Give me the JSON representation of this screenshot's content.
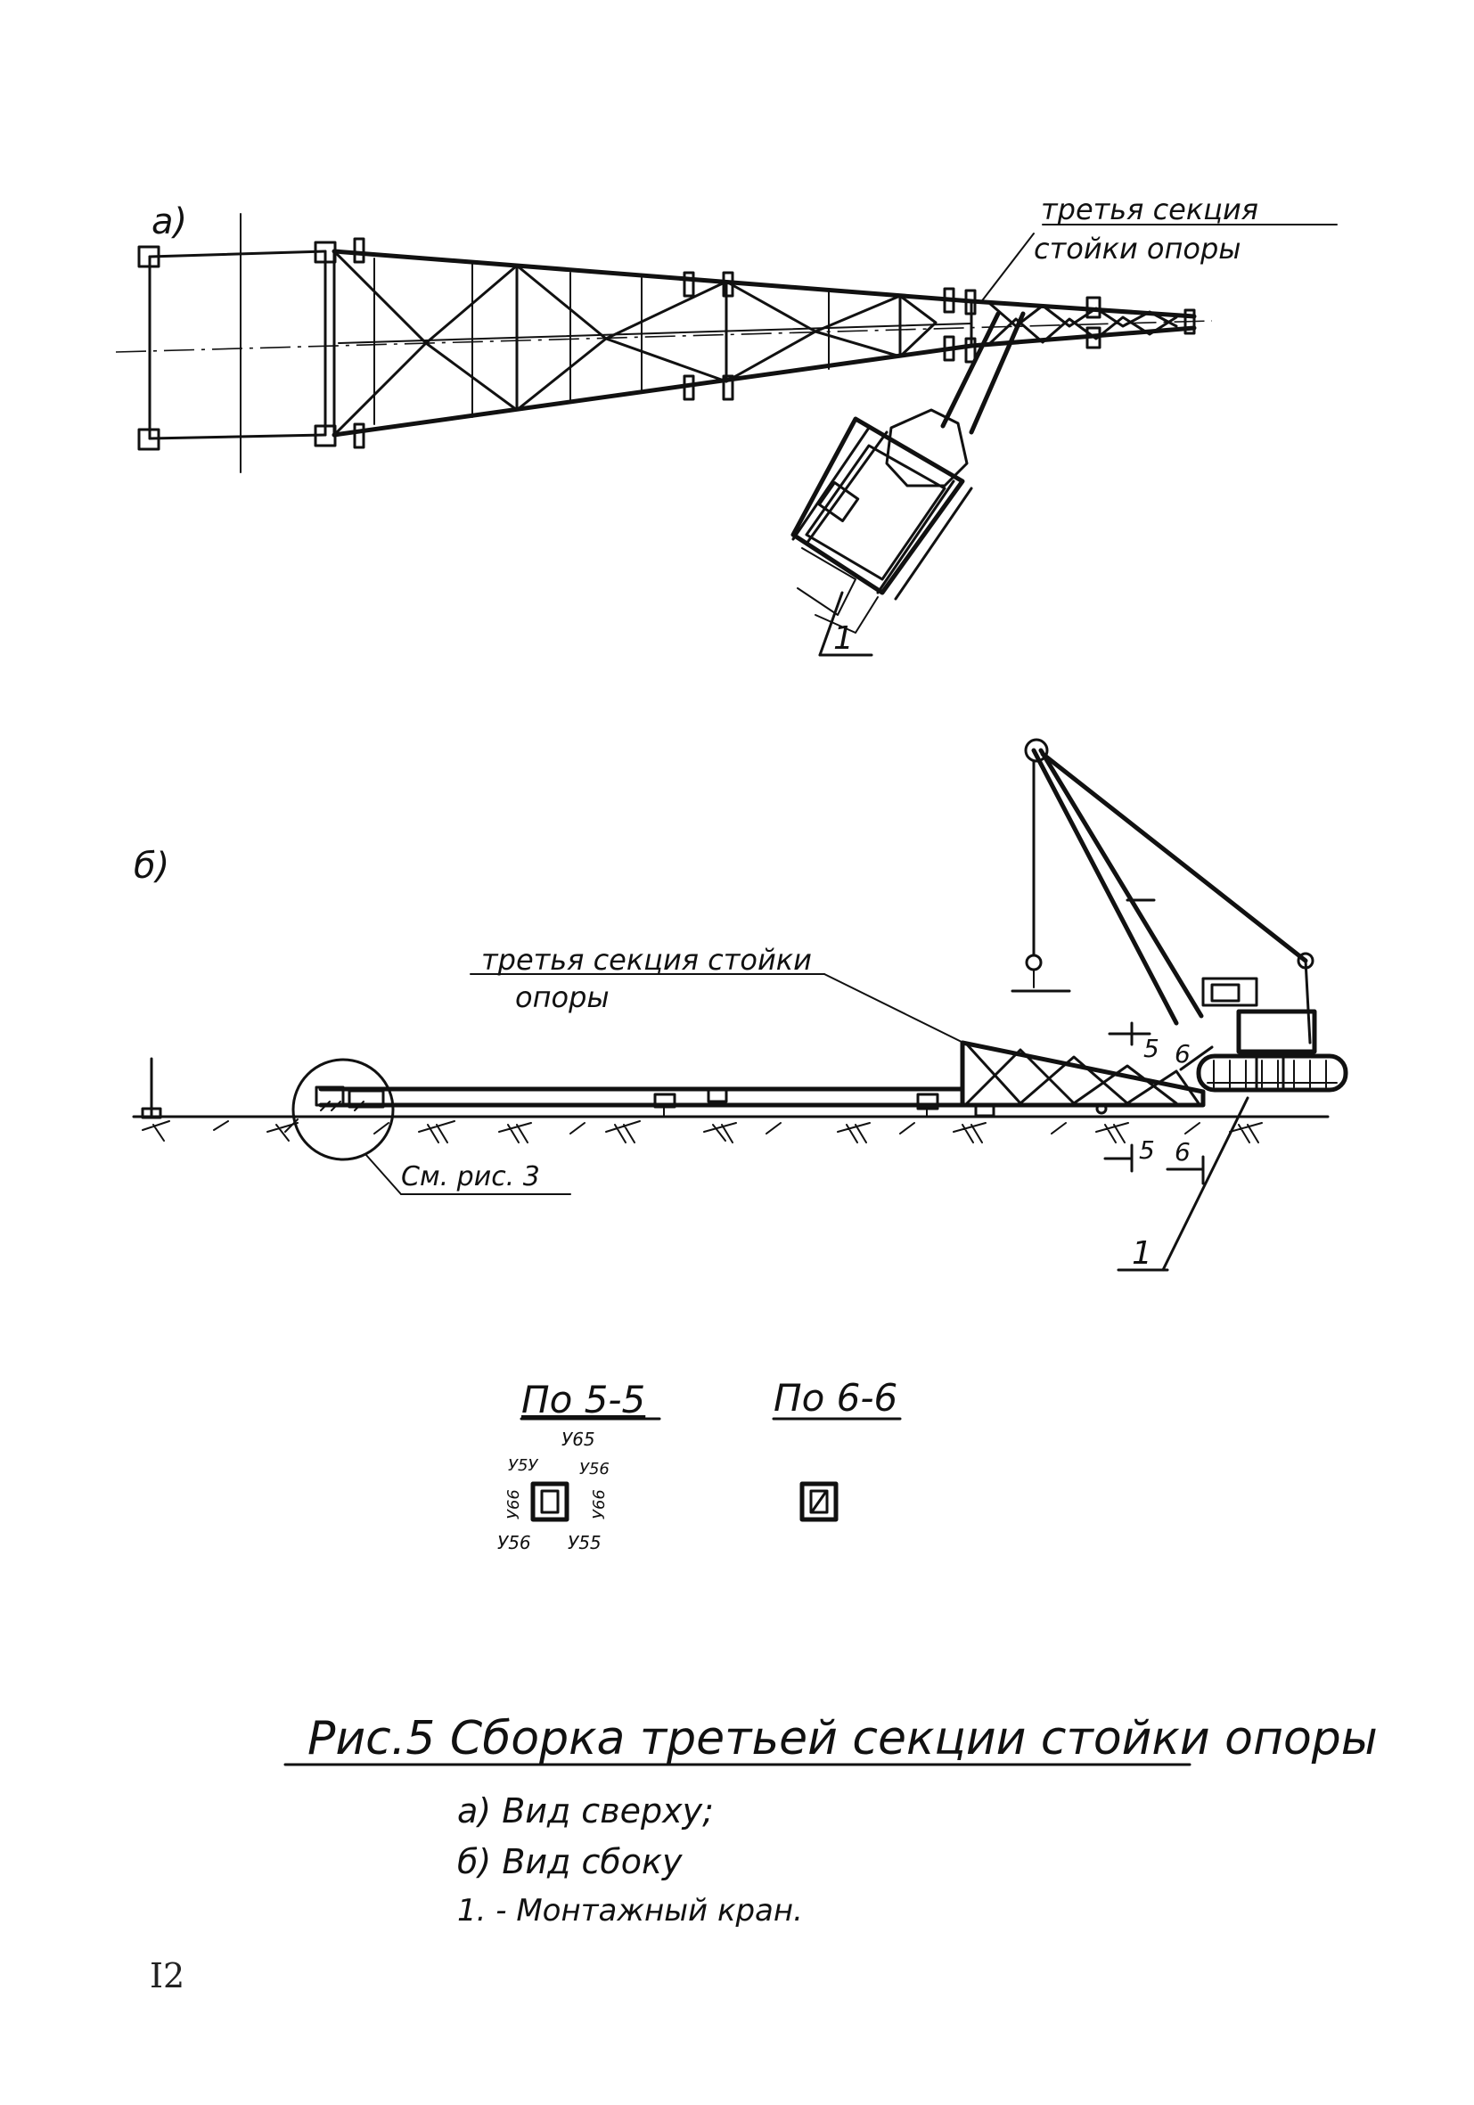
{
  "view_a": {
    "label": "а)",
    "callout": [
      "третья секция",
      "стойки опоры"
    ],
    "item_ref": "1"
  },
  "view_b": {
    "label": "б)",
    "callout": [
      "третья секция стойки",
      "опоры"
    ],
    "detail_ref": "См. рис. 3",
    "item_ref": "1",
    "section_mark_top": [
      "5",
      "6"
    ],
    "section_mark_bottom": [
      "5",
      "6"
    ]
  },
  "sections": {
    "s55": {
      "title": "По 5-5",
      "labels": {
        "top": "У65",
        "top_left": "У5У",
        "top_right": "У56",
        "left": "У66",
        "right": "У66",
        "bottom_left": "У56",
        "bottom_right": "У55"
      }
    },
    "s66": {
      "title": "По 6-6"
    }
  },
  "caption": {
    "title": "Рис.5 Сборка третьей секции стойки опоры",
    "lines": [
      "а) Вид сверху;",
      "б) Вид сбоку",
      "1. - Монтажный кран."
    ]
  },
  "page_number": "I2"
}
